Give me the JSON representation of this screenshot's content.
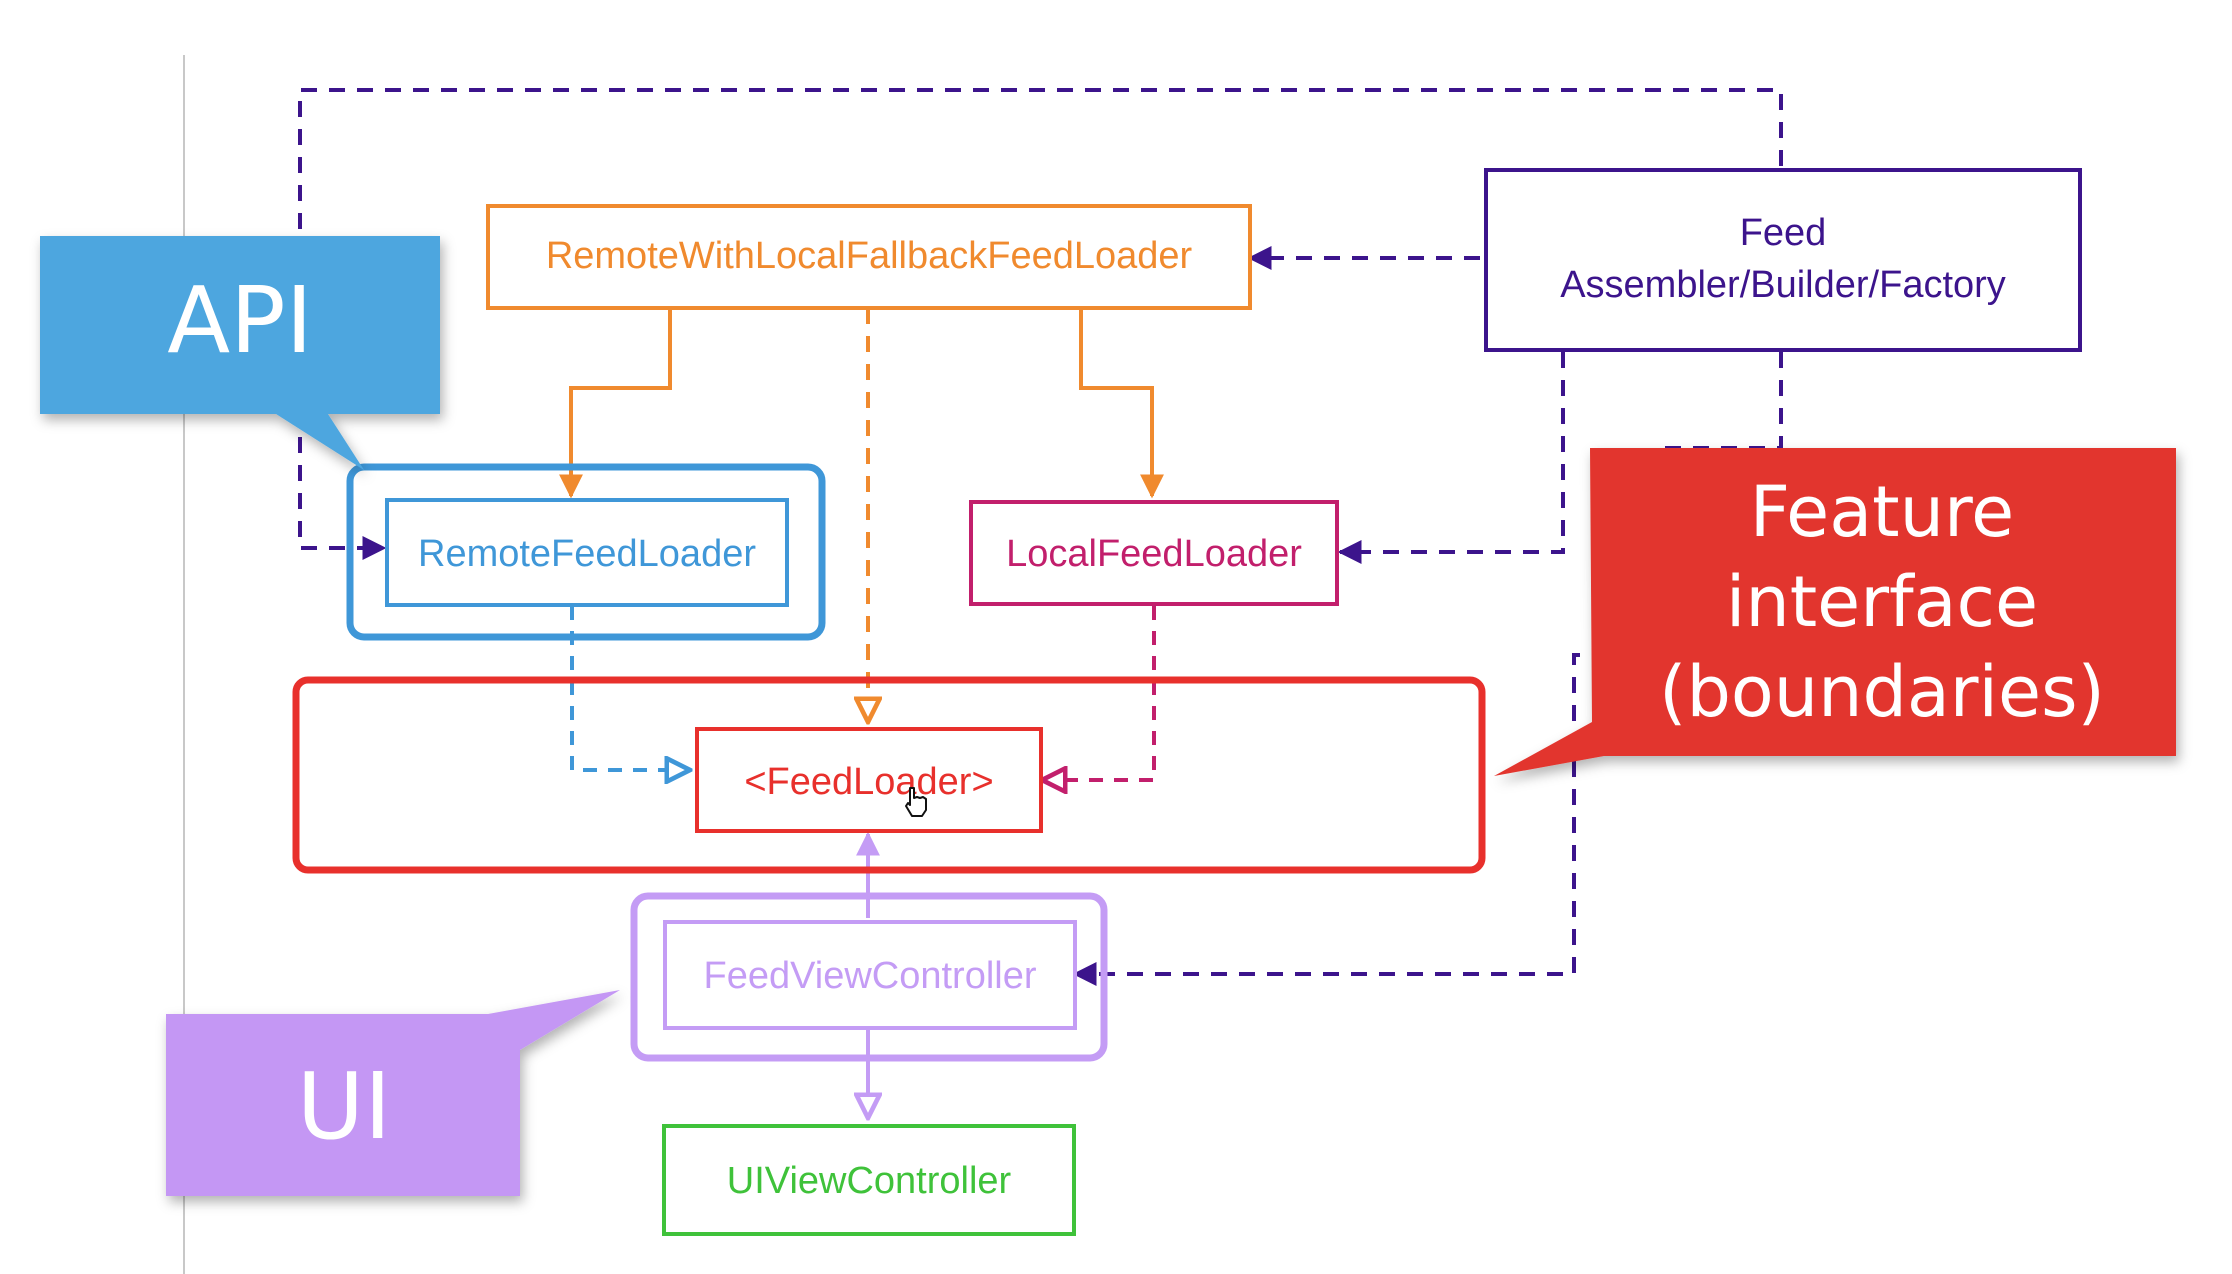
{
  "nodes": {
    "remote_with_local_fallback": "RemoteWithLocalFallbackFeedLoader",
    "remote_feed_loader": "RemoteFeedLoader",
    "local_feed_loader": "LocalFeedLoader",
    "feed_loader": "<FeedLoader>",
    "feed_view_controller": "FeedViewController",
    "ui_view_controller": "UIViewController",
    "feed_factory_line1": "Feed",
    "feed_factory_line2": "Assembler/Builder/Factory"
  },
  "callouts": {
    "api": "API",
    "ui": "UI",
    "feature_line1": "Feature",
    "feature_line2": "interface",
    "feature_line3": "(boundaries)"
  },
  "colors": {
    "orange": "#f08a2e",
    "blue": "#3f97d8",
    "red": "#e8302c",
    "magenta": "#c21f6c",
    "purple": "#3c148c",
    "lavender": "#c49cf5",
    "green": "#3fc23a",
    "api_callout": "#4ea6df",
    "ui_callout": "#c497f4",
    "feature_callout": "#e2352e",
    "divider": "#c8c8c8"
  },
  "icons": {
    "pointer": "hand-pointer-icon"
  }
}
